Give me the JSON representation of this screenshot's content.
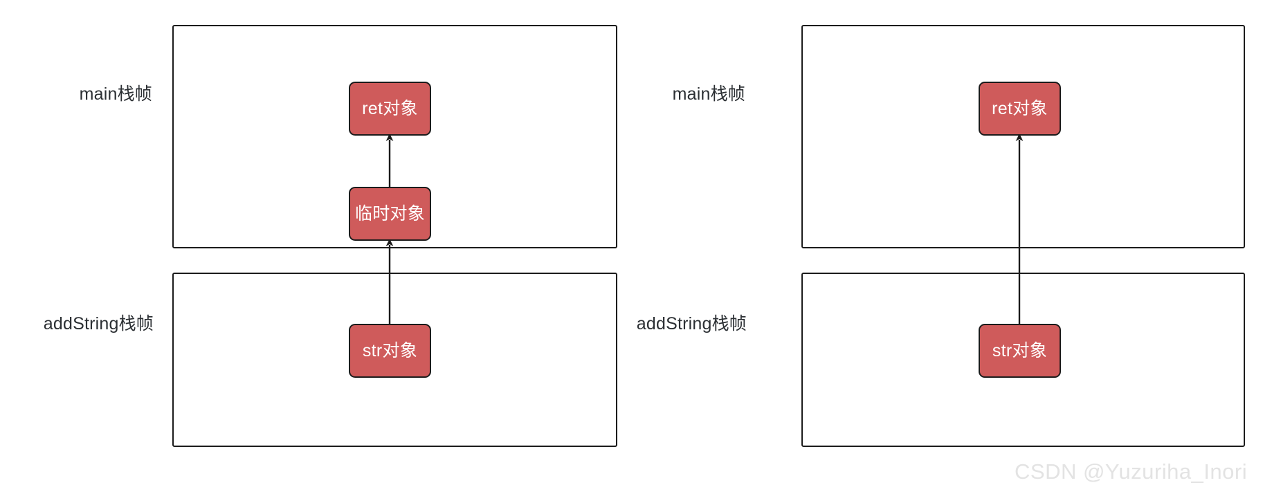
{
  "diagram": {
    "title": "Java string concatenation stack frame diagram",
    "colors": {
      "object_fill": "#cf5b5b",
      "object_text": "#ffffff",
      "stroke": "#1b1b1b",
      "label_text": "#2b2f33",
      "watermark": "#e3e3e3",
      "background": "#ffffff"
    },
    "panels": [
      {
        "id": "left-panel",
        "frames": [
          {
            "id": "left-main-frame",
            "label": "main栈帧",
            "objects": [
              {
                "id": "left-ret-object",
                "label": "ret对象"
              },
              {
                "id": "left-temp-object",
                "label": "临时对象"
              }
            ]
          },
          {
            "id": "left-addstring-frame",
            "label": "addString栈帧",
            "objects": [
              {
                "id": "left-str-object",
                "label": "str对象"
              }
            ]
          }
        ],
        "arrows": [
          {
            "id": "left-arrow-temp-to-ret",
            "from": "临时对象",
            "to": "ret对象"
          },
          {
            "id": "left-arrow-str-to-temp",
            "from": "str对象",
            "to": "临时对象"
          }
        ]
      },
      {
        "id": "right-panel",
        "frames": [
          {
            "id": "right-main-frame",
            "label": "main栈帧",
            "objects": [
              {
                "id": "right-ret-object",
                "label": "ret对象"
              }
            ]
          },
          {
            "id": "right-addstring-frame",
            "label": "addString栈帧",
            "objects": [
              {
                "id": "right-str-object",
                "label": "str对象"
              }
            ]
          }
        ],
        "arrows": [
          {
            "id": "right-arrow-str-to-ret",
            "from": "str对象",
            "to": "ret对象"
          }
        ]
      }
    ],
    "watermark": "CSDN @Yuzuriha_Inori"
  }
}
